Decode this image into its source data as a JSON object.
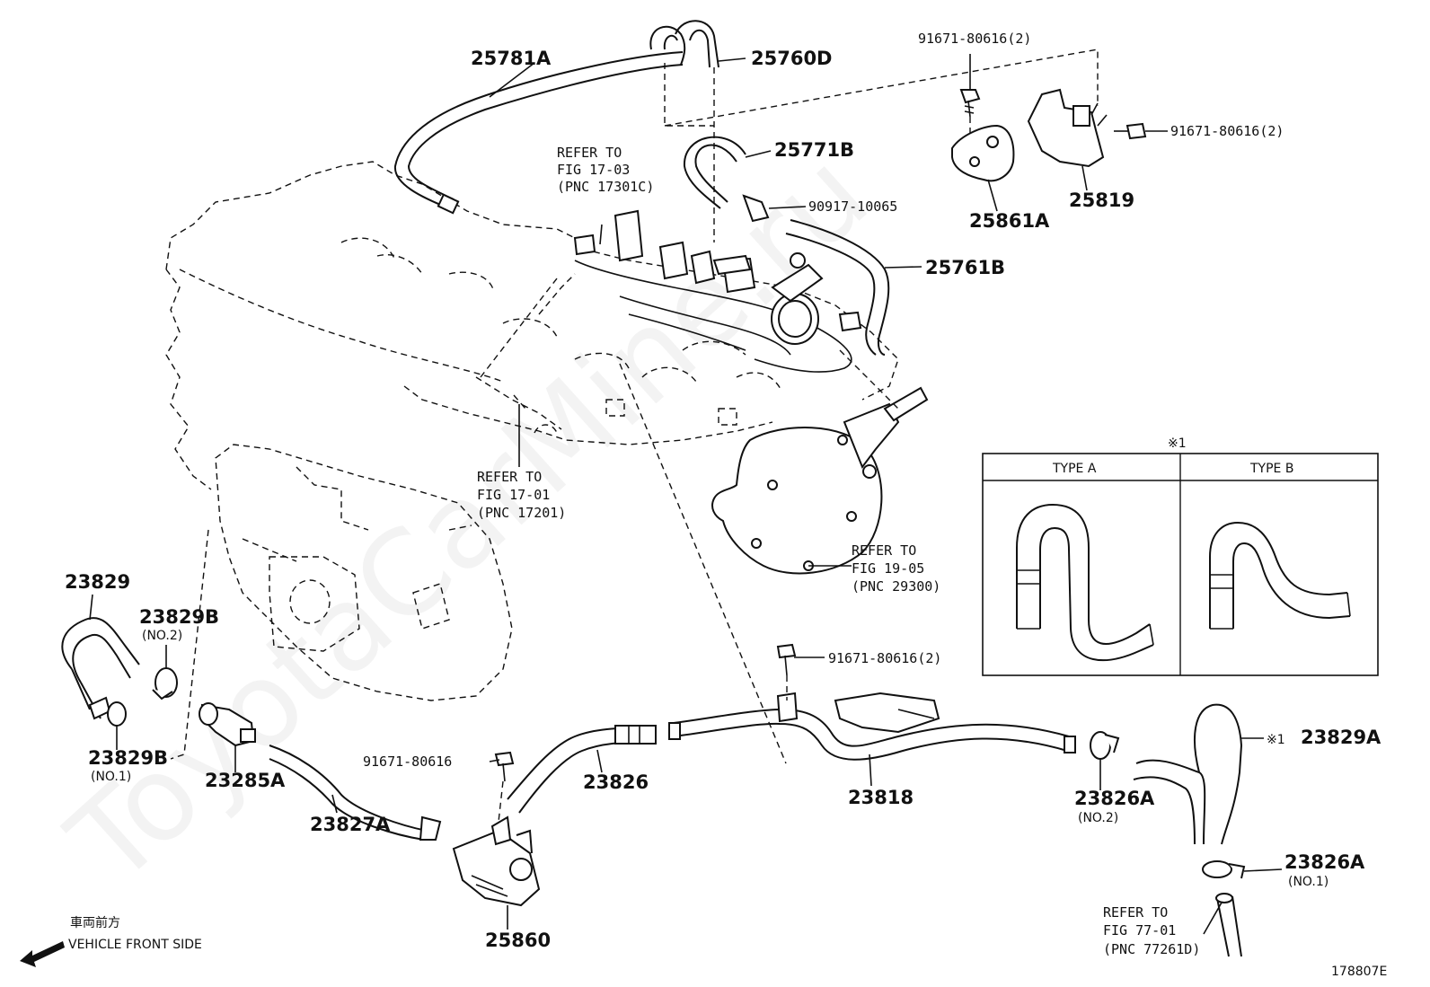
{
  "watermark": "ToyotaCarMine.ru",
  "figure_id": "178807E",
  "front_side": {
    "jp": "車両前方",
    "en": "VEHICLE FRONT SIDE"
  },
  "parts": {
    "p25781A": "25781A",
    "p25760D": "25760D",
    "p25771B": "25771B",
    "p90917": "90917-10065",
    "p25761B": "25761B",
    "p25861A": "25861A",
    "p25819": "25819",
    "bolt_top": "91671-80616(2)",
    "bolt_right": "91671-80616(2)",
    "bolt_mid": "91671-80616(2)",
    "bolt_single": "91671-80616",
    "p23829": "23829",
    "p23829B_no2": "23829B",
    "p23829B_no2_sub": "(NO.2)",
    "p23829B_no1": "23829B",
    "p23829B_no1_sub": "(NO.1)",
    "p23285A": "23285A",
    "p23827A": "23827A",
    "p25860": "25860",
    "p23826": "23826",
    "p23818": "23818",
    "p23826A_no2": "23826A",
    "p23826A_no2_sub": "(NO.2)",
    "p23829A": "23829A",
    "p23829A_mark": "※1",
    "p23826A_no1": "23826A",
    "p23826A_no1_sub": "(NO.1)"
  },
  "refs": {
    "r1": {
      "l1": "REFER TO",
      "l2": "FIG 17-03",
      "l3": "(PNC 17301C)"
    },
    "r2": {
      "l1": "REFER TO",
      "l2": "FIG 17-01",
      "l3": "(PNC 17201)"
    },
    "r3": {
      "l1": "REFER TO",
      "l2": "FIG 19-05",
      "l3": "(PNC 29300)"
    },
    "r4": {
      "l1": "REFER TO",
      "l2": "FIG 77-01",
      "l3": "(PNC 77261D)"
    }
  },
  "type_box": {
    "mark": "※1",
    "type_a": "TYPE A",
    "type_b": "TYPE B"
  }
}
